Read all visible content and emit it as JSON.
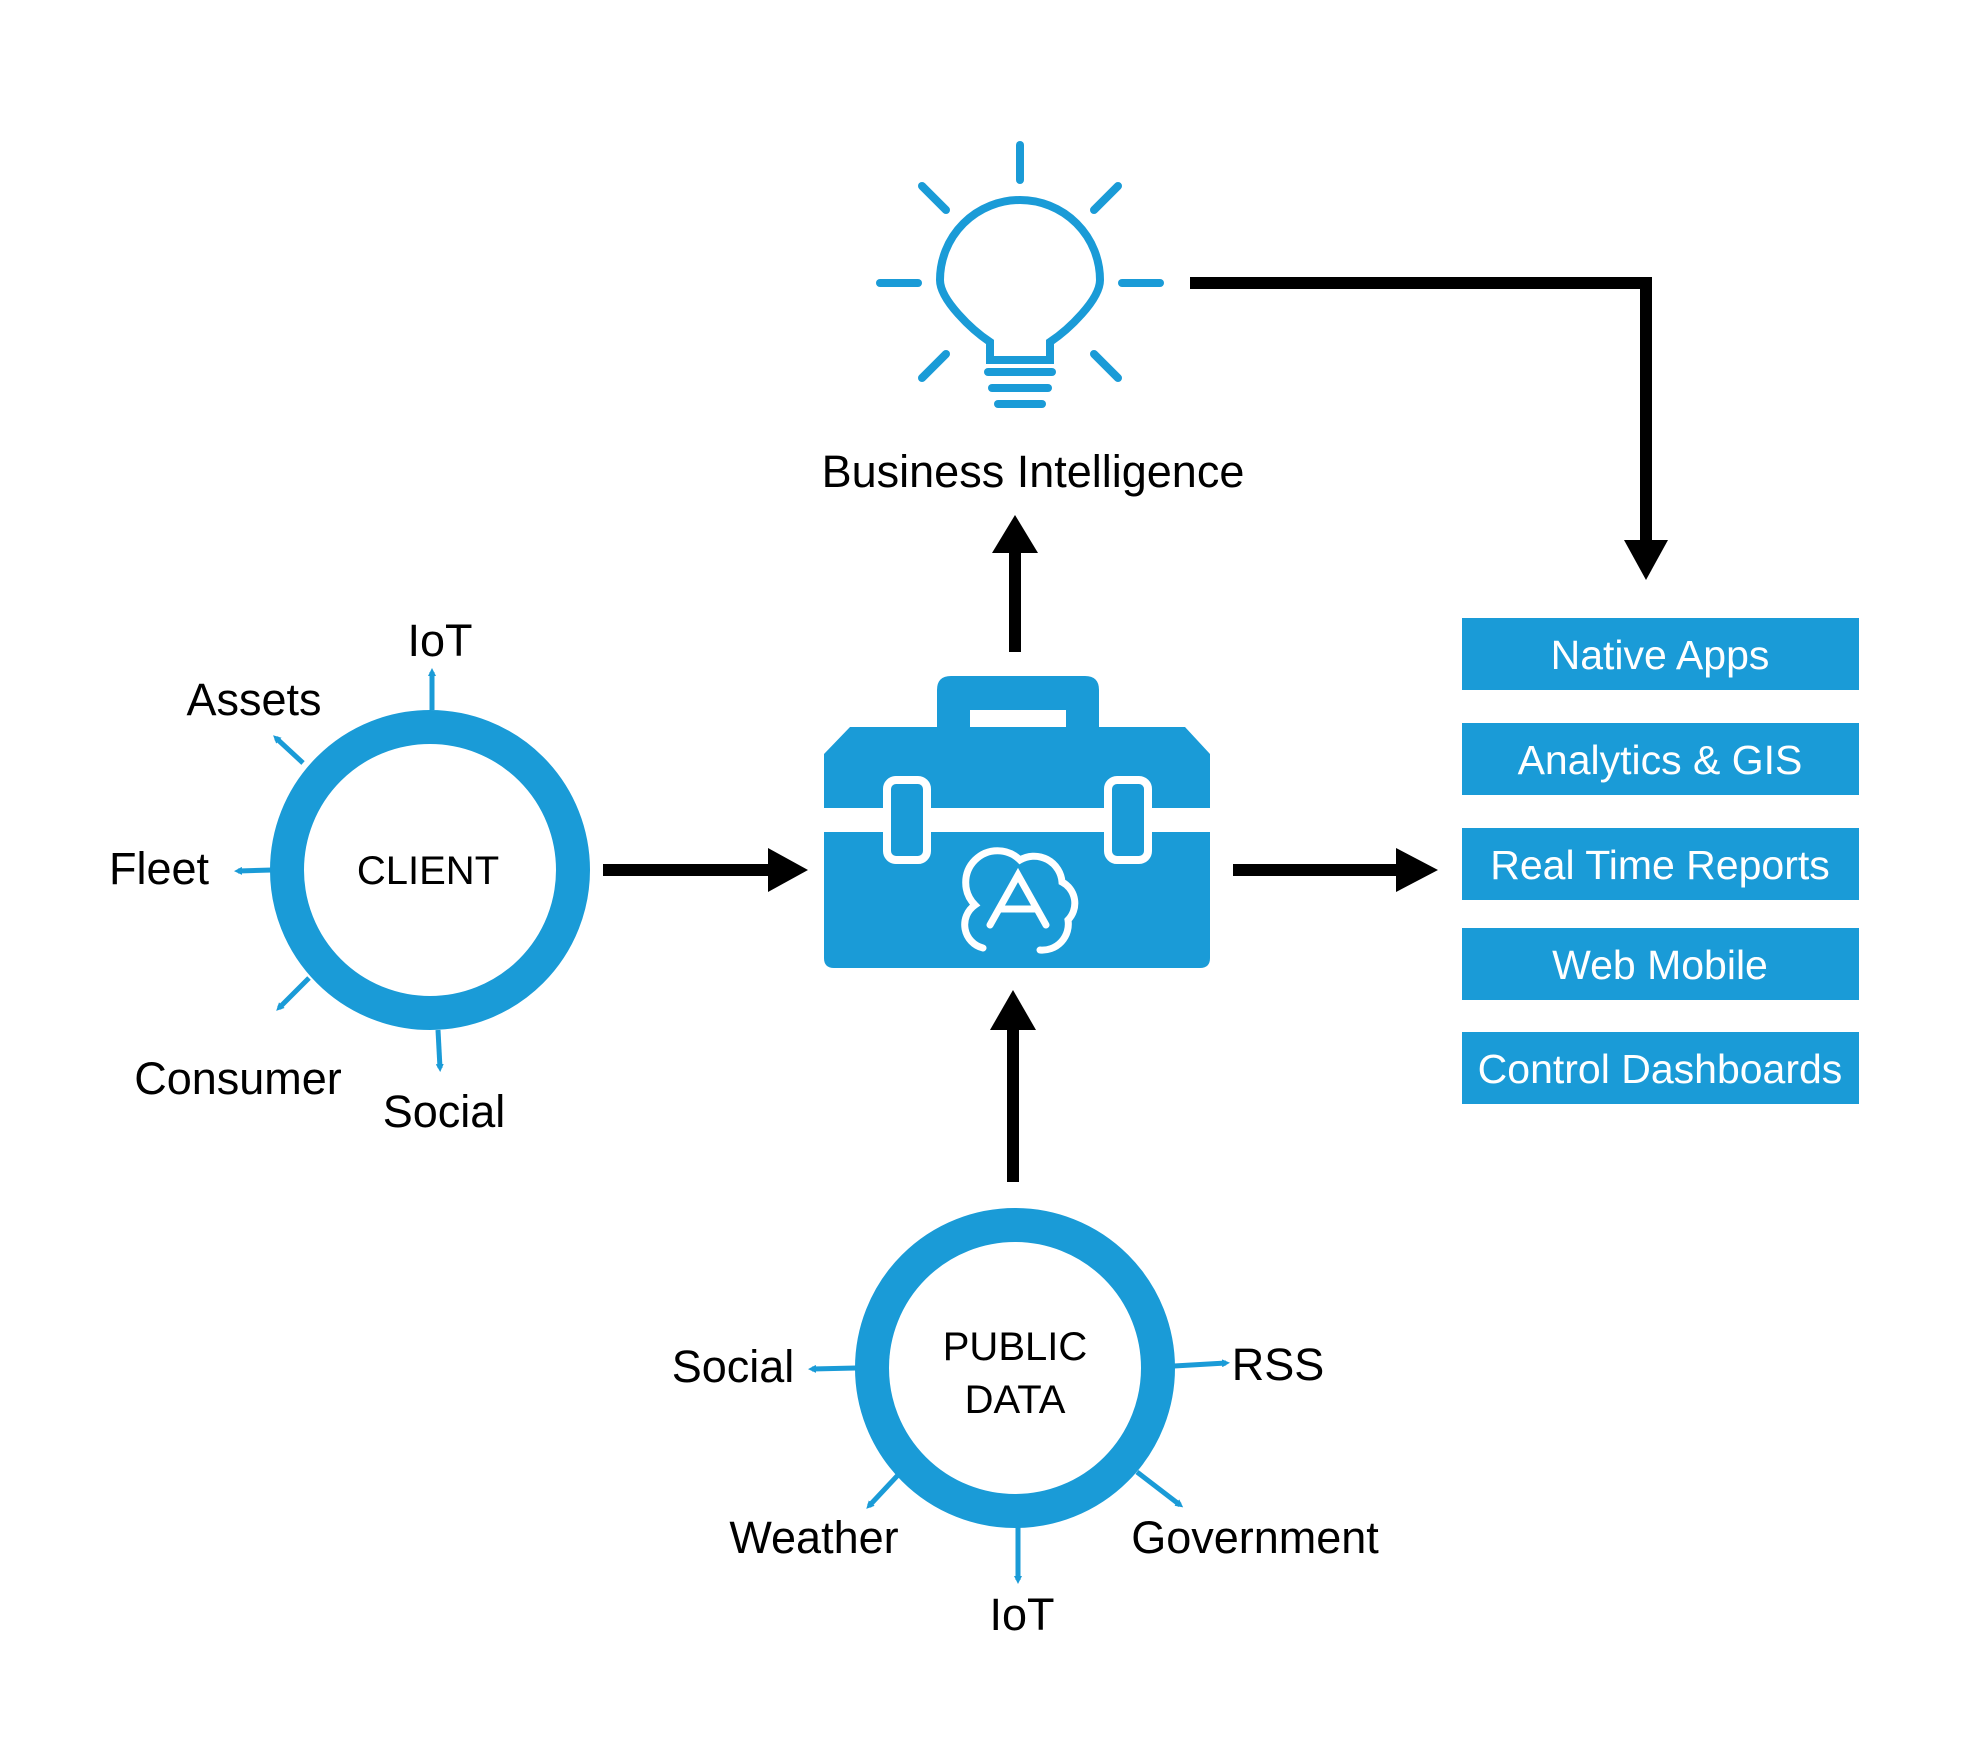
{
  "colors": {
    "accent": "#1a9bd7",
    "arrow": "#000000",
    "text": "#000000",
    "button_text": "#ffffff"
  },
  "top": {
    "label": "Business Intelligence",
    "icon": "lightbulb-icon"
  },
  "hub": {
    "icon": "toolbox-icon",
    "logo": "cloud-a-logo-icon"
  },
  "client": {
    "label": "CLIENT",
    "spokes": [
      "IoT",
      "Assets",
      "Fleet",
      "Consumer",
      "Social"
    ]
  },
  "public_data": {
    "label_line1": "PUBLIC",
    "label_line2": "DATA",
    "spokes": [
      "Social",
      "RSS",
      "Weather",
      "IoT",
      "Government"
    ]
  },
  "outputs": [
    {
      "label": "Native Apps"
    },
    {
      "label": "Analytics & GIS"
    },
    {
      "label": "Real Time Reports"
    },
    {
      "label": "Web Mobile"
    },
    {
      "label": "Control Dashboards"
    }
  ]
}
